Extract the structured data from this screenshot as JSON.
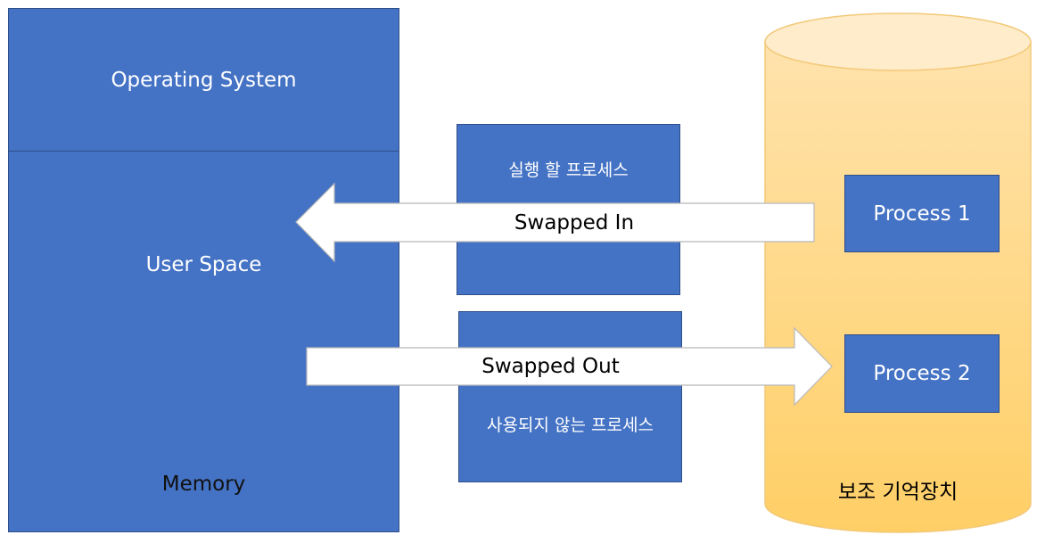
{
  "memory": {
    "os_label": "Operating System",
    "user_space_label": "User Space",
    "memory_label": "Memory"
  },
  "process_boxes": {
    "to_run_label": "실행 할 프로세스",
    "unused_label": "사용되지 않는 프로세스"
  },
  "arrows": {
    "swapped_in_label": "Swapped In",
    "swapped_out_label": "Swapped Out"
  },
  "storage": {
    "label": "보조 기억장치",
    "process1_label": "Process 1",
    "process2_label": "Process 2"
  },
  "colors": {
    "memory_blue": "#4472c4",
    "storage_gold": "#ffd47a",
    "storage_top": "#ffe6b3",
    "arrow_fill": "#ffffff"
  }
}
